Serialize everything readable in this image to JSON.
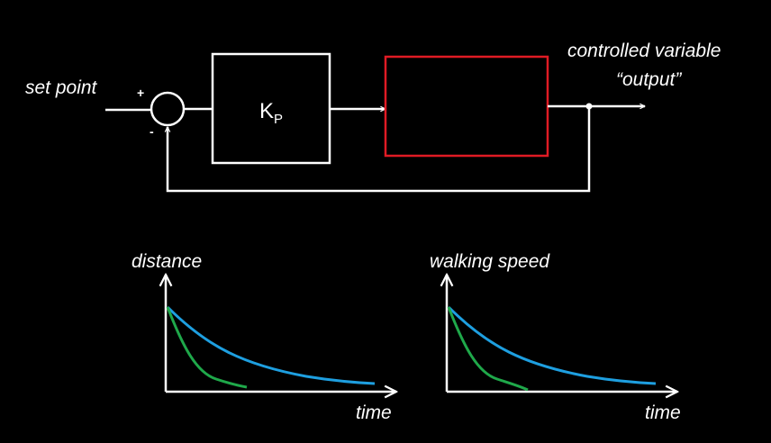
{
  "block_diagram": {
    "input_label": "set point",
    "plus_sign": "+",
    "minus_sign": "-",
    "controller_gain": "K",
    "controller_gain_subscript": "P",
    "output_label_line1": "controlled variable",
    "output_label_line2": "“output”",
    "plant_border_color": "#e01b24",
    "wire_color": "#ffffff"
  },
  "plots": [
    {
      "y_label": "distance",
      "x_label": "time"
    },
    {
      "y_label": "walking speed",
      "x_label": "time"
    }
  ],
  "curve_colors": {
    "slow_decay": "#1e9fe0",
    "fast_decay": "#1fa84a"
  }
}
